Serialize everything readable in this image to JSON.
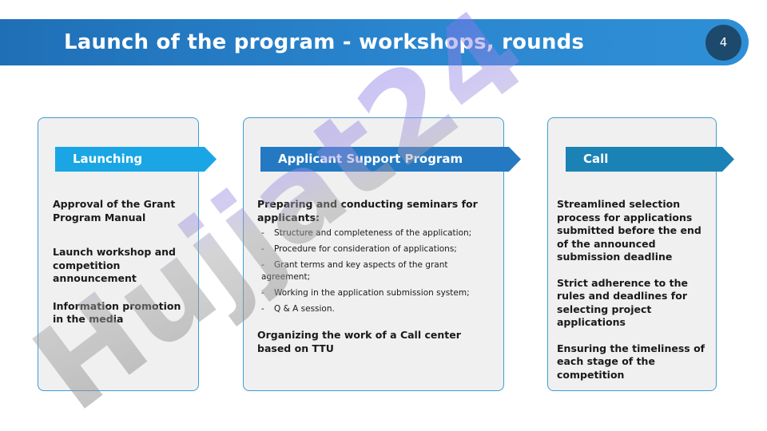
{
  "header": {
    "title": "Launch of the program - workshops, rounds",
    "page_number": "4"
  },
  "watermark": {
    "text": "Hujjat24"
  },
  "columns": [
    {
      "tag": "Launching",
      "items": [
        "Approval of the Grant Program Manual",
        "Launch workshop and competition announcement",
        "Information promotion in the media"
      ]
    },
    {
      "tag": "Applicant Support Program",
      "heading": "Preparing and conducting seminars for applicants:",
      "bullets": [
        "Structure and completeness of the application;",
        "Procedure for consideration of applications;",
        "Grant terms and key aspects of the grant agreement;",
        "Working in the application submission system;",
        "Q & A session."
      ],
      "footer": "Organizing the work of a Call center based on TTU"
    },
    {
      "tag": "Call",
      "items": [
        "Streamlined selection process for applications submitted before the end of the announced submission deadline",
        "Strict adherence to the rules and deadlines for selecting project applications",
        "Ensuring the timeliness of each stage of the competition"
      ]
    }
  ],
  "bullet_marker": "-",
  "colors": {
    "banner": "#2a86cf",
    "page_circle": "#1d4a6c",
    "tag_launching": "#1aa6e4",
    "tag_support": "#2479c2",
    "tag_call": "#1a82b5",
    "card_border": "#3f9bd6",
    "card_fill": "#f0f0f0"
  }
}
